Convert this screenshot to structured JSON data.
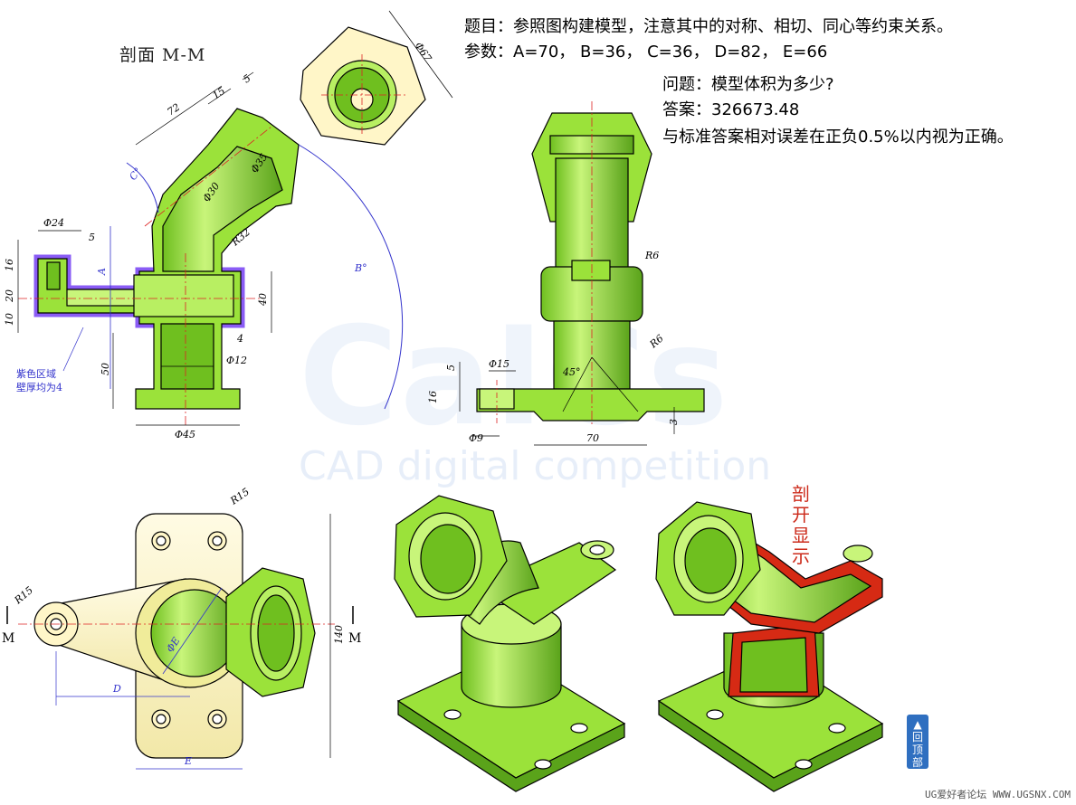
{
  "task": {
    "title": "题目：参照图构建模型，注意其中的对称、相切、同心等约束关系。",
    "params": "参数：A=70， B=36， C=36， D=82， E=66",
    "question": "问题：模型体积为多少?",
    "answer": "答案：326673.48",
    "tolerance": "与标准答案相对误差在正负0.5%以内视为正确。"
  },
  "section_view": {
    "title": "剖面 M-M",
    "purple_note_line1": "紫色区域",
    "purple_note_line2": "壁厚均为4",
    "dims": [
      "72",
      "15",
      "5",
      "Φ35",
      "Φ30",
      "R32",
      "Φ24",
      "5",
      "16",
      "20",
      "10",
      "40",
      "4",
      "Φ12",
      "50",
      "Φ45",
      "A",
      "B°",
      "C°"
    ]
  },
  "hex_view": {
    "dim": "Φ67"
  },
  "front_view": {
    "dims": [
      "R6",
      "R6",
      "5",
      "Φ15",
      "16",
      "45°",
      "3",
      "Φ9",
      "70"
    ]
  },
  "top_view": {
    "dims": [
      "R15",
      "R15",
      "ΦE",
      "D",
      "E",
      "140"
    ],
    "m_left": "M",
    "m_right": "M"
  },
  "iso_cut_label": [
    "剖开",
    "显示"
  ],
  "watermark": {
    "logo": "CaICs",
    "subtitle": "CAD digital competition"
  },
  "back_to_top": "回顶部",
  "footer": "UG爱好者论坛 WWW.UGSNX.COM",
  "colors": {
    "body_fill": "#9be23a",
    "body_shadow": "#5aa31a",
    "purple_wall": "#8a5cf5",
    "cut_red": "#d62a14",
    "flange_fill": "#fff6c8",
    "center_line": "#d22",
    "dim_purple": "#3333cc"
  }
}
